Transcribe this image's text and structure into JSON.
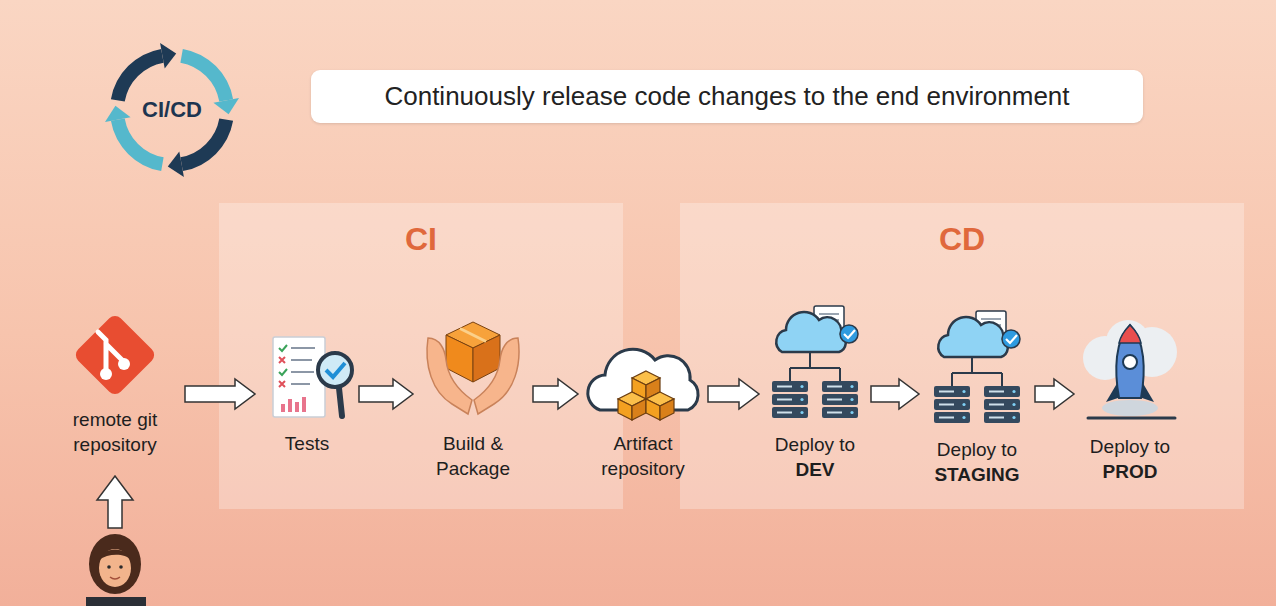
{
  "diagram": {
    "title": "Continuously release code changes to the end environment",
    "nodes": [
      {
        "text": [
          "remote git repository"
        ]
      },
      {
        "text": [
          "CI"
        ]
      },
      {
        "text": [
          "Tests"
        ],
        "in": 1
      },
      {
        "text": [
          "Build & Package"
        ],
        "in": 1
      },
      {
        "text": [
          "Artifact repository"
        ]
      },
      {
        "text": [
          "CD"
        ]
      },
      {
        "text": [
          "Deploy to",
          "DEV"
        ],
        "in": 5
      },
      {
        "text": [
          "Deploy to",
          "STAGING"
        ],
        "in": 5
      },
      {
        "text": [
          "Deploy to",
          "PROD"
        ],
        "in": 5
      }
    ],
    "edges": [
      {
        "from": 0,
        "to": 2,
        "arrow": "to"
      },
      {
        "from": 2,
        "to": 3,
        "arrow": "to"
      },
      {
        "from": 3,
        "to": 4,
        "arrow": "to"
      },
      {
        "from": 4,
        "to": 6,
        "arrow": "to"
      },
      {
        "from": 6,
        "to": 7,
        "arrow": "to"
      },
      {
        "from": 7,
        "to": 8,
        "arrow": "to"
      }
    ],
    "labels": [
      "CI/CD"
    ]
  }
}
